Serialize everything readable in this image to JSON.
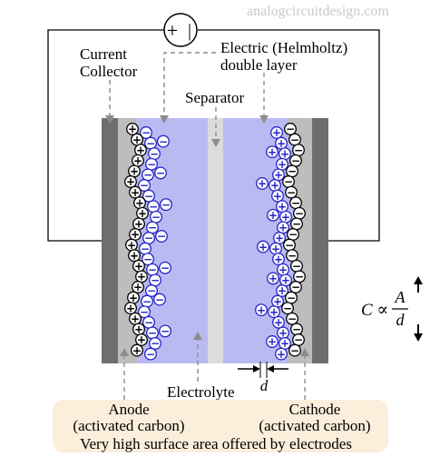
{
  "watermark": "analogcircuitdesign.com",
  "labels": {
    "current_collector_line1": "Current",
    "current_collector_line2": "Collector",
    "helmholtz_line1": "Electric (Helmholtz)",
    "helmholtz_line2": "double layer",
    "separator": "Separator",
    "electrolyte": "Electrolyte",
    "distance": "d",
    "anode_line1": "Anode",
    "anode_line2": "(activated carbon)",
    "cathode_line1": "Cathode",
    "cathode_line2": "(activated carbon)",
    "footer": "Very high surface area offered by electrodes"
  },
  "source_symbol": {
    "plus": "+",
    "minus": "|"
  },
  "formula": {
    "lhs": "C ∝",
    "numerator": "A",
    "denominator": "d"
  },
  "ion_symbols": {
    "positive": "+",
    "negative": "−"
  },
  "colors": {
    "collector": "#6e6e6e",
    "carbon": "#bdbdbd",
    "electrolyte": "#b9baf2",
    "separator": "#dcdcdc",
    "blue_ion": "#2424c8",
    "black_ion": "#000000",
    "footer_bg": "#fbeedb",
    "arrow_grey": "#8c8c8c"
  }
}
